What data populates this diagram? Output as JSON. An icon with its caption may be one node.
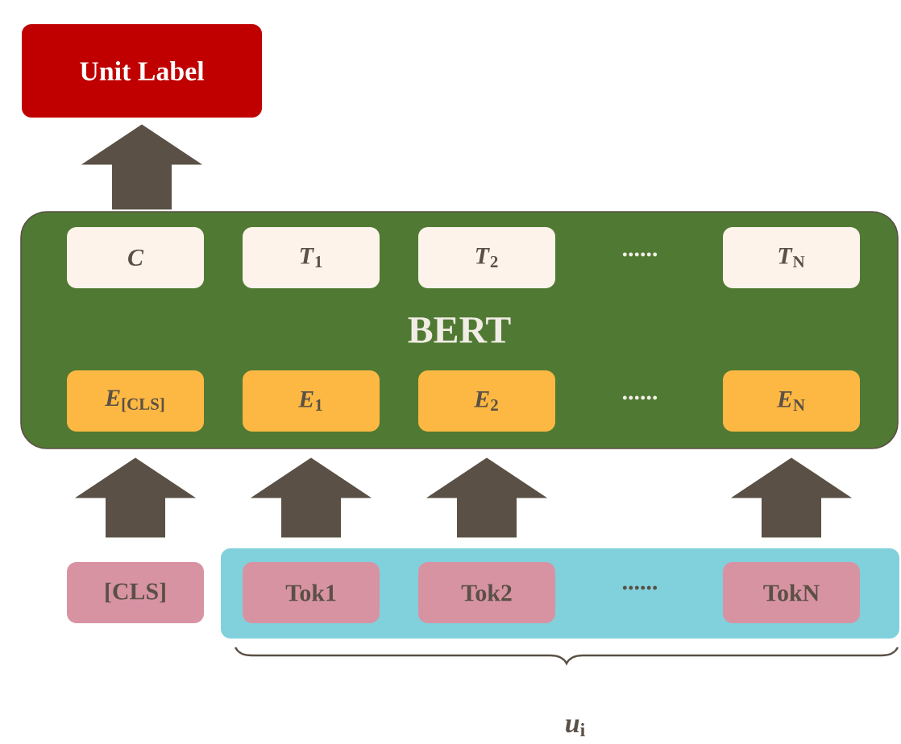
{
  "diagram": {
    "nodes": [
      {
        "text": [
          "Unit Label"
        ]
      },
      {
        "text": [
          "BERT"
        ]
      },
      {
        "text": [
          "C"
        ],
        "in": 1
      },
      {
        "text": [
          "*T*$_{1}$"
        ],
        "in": 1
      },
      {
        "text": [
          "*T*$_{2}$"
        ],
        "in": 1
      },
      {
        "text": [
          "*T*$_{N}$"
        ],
        "in": 1
      },
      {
        "text": [
          "*E*$_{[CLS]}$"
        ],
        "in": 1
      },
      {
        "text": [
          "*E*$_{1}$"
        ],
        "in": 1
      },
      {
        "text": [
          "*E*$_{2}$"
        ],
        "in": 1
      },
      {
        "text": [
          "*E*$_{N}$"
        ],
        "in": 1
      },
      {
        "text": [
          "[CLS]"
        ]
      },
      {
        "text": [],
        "shape": "box"
      },
      {
        "text": [
          "Tok1"
        ],
        "in": 11
      },
      {
        "text": [
          "Tok2"
        ],
        "in": 11
      },
      {
        "text": [
          "TokN"
        ],
        "in": 11
      }
    ],
    "edges": [
      {
        "from": 1,
        "to": 0,
        "arrow": "to"
      },
      {
        "from": 10,
        "to": 6,
        "arrow": "to"
      },
      {
        "from": 12,
        "to": 7,
        "arrow": "to"
      },
      {
        "from": 13,
        "to": 8,
        "arrow": "to"
      },
      {
        "from": 14,
        "to": 9,
        "arrow": "to"
      }
    ],
    "labels": [
      "......",
      "......",
      "......",
      "*u*$_{i}$"
    ]
  }
}
